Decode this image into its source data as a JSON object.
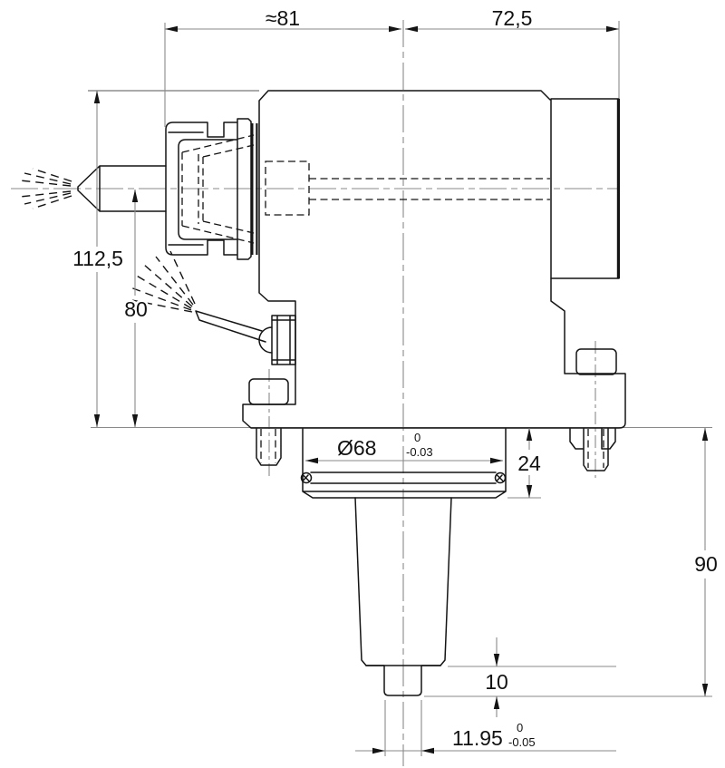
{
  "drawing": {
    "colors": {
      "background": "#ffffff",
      "line": "#141414",
      "thin_line": "#8a8a8a",
      "text": "#111111"
    },
    "dims": {
      "top_left_width": "≈81",
      "top_right_width": "72,5",
      "height_total": "112,5",
      "height_axis_to_base": "80",
      "boss_diameter": "Ø68",
      "boss_diameter_tol_top": "0",
      "boss_diameter_tol_bottom": "-0.03",
      "boss_height": "24",
      "shank_length": "90",
      "tang_step": "10",
      "tang_width": "11.95",
      "tang_width_tol_top": "0",
      "tang_width_tol_bottom": "-0.05"
    }
  }
}
